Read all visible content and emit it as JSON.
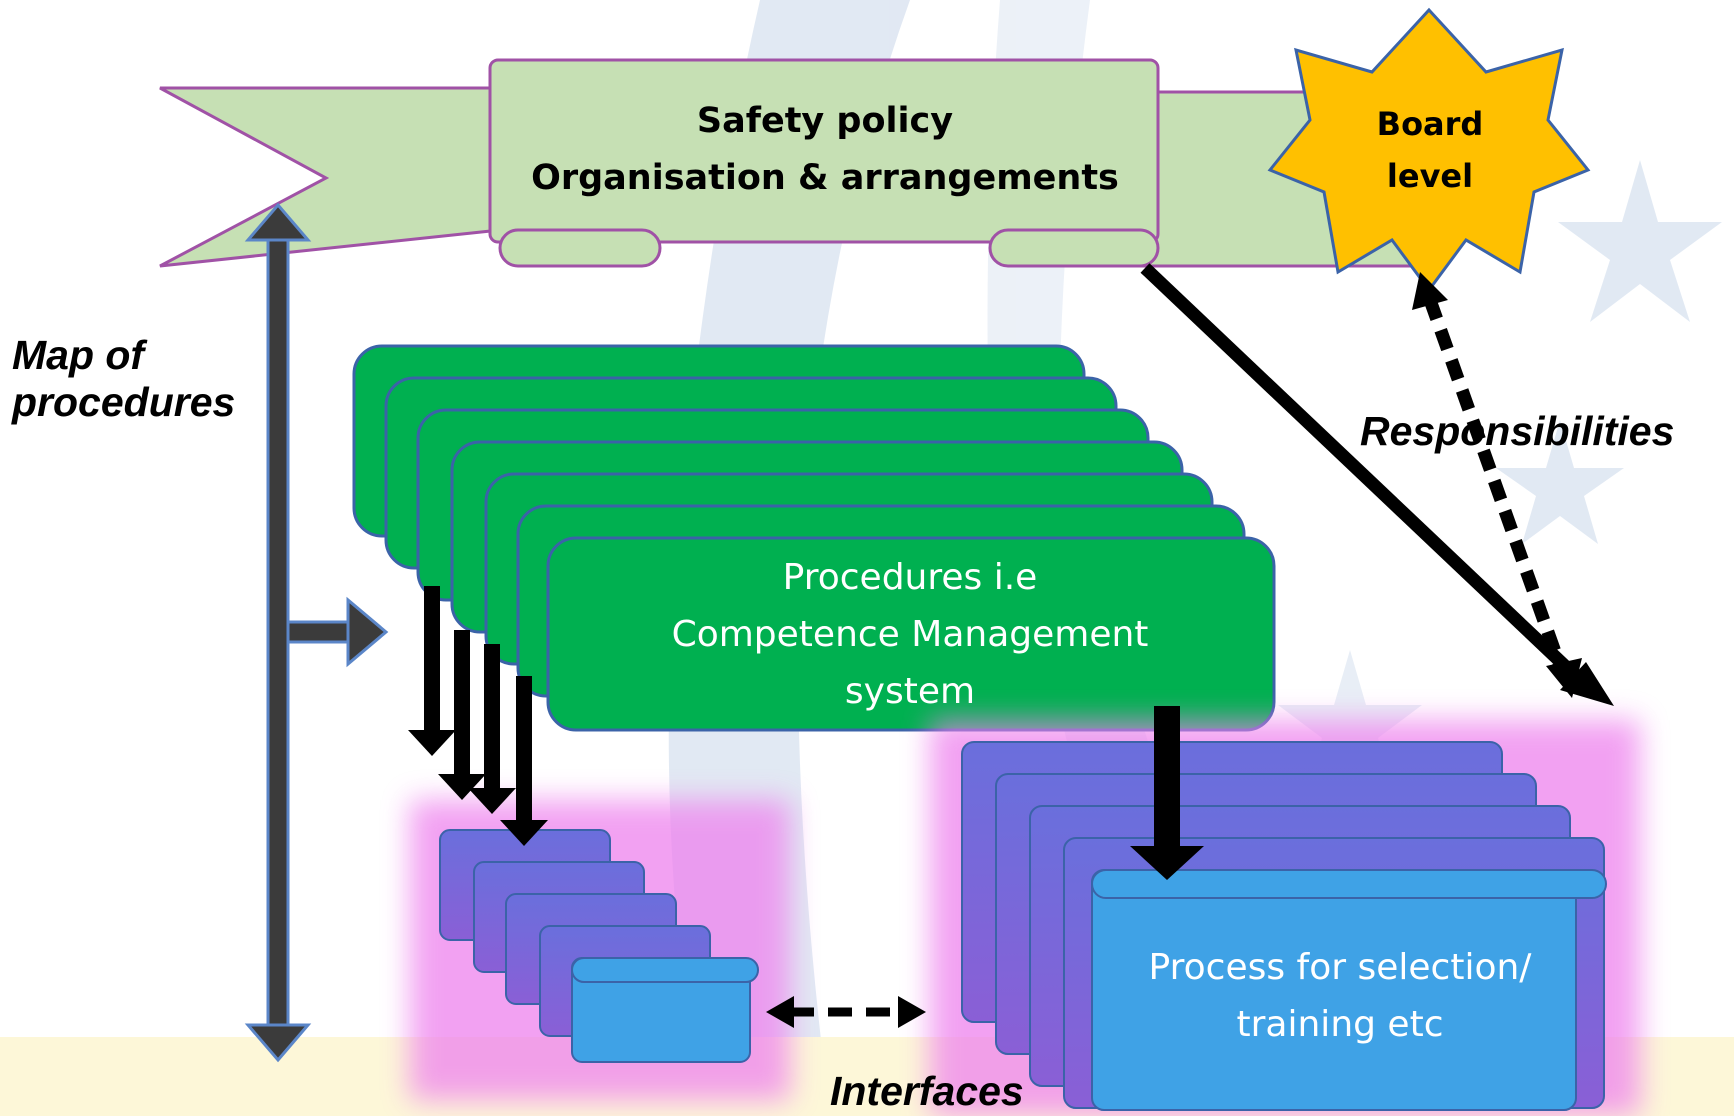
{
  "banner": {
    "line1": "Safety policy",
    "line2": "Organisation & arrangements"
  },
  "star": {
    "line1": "Board",
    "line2": "level"
  },
  "procedures": {
    "line1": "Procedures i.e",
    "line2": "Competence Management",
    "line3": "system"
  },
  "process": {
    "line1": "Process for selection/",
    "line2": "training etc"
  },
  "labels": {
    "map_line1": "Map of",
    "map_line2": "procedures",
    "responsibilities": "Responsibilities",
    "interfaces": "Interfaces"
  },
  "colors": {
    "banner_fill": "#c6e0b4",
    "banner_stroke": "#a052a6",
    "star_fill": "#ffc000",
    "procedure_fill": "#00b050",
    "scroll_fill": "#3fa2e6",
    "scroll_glow": "#ee82ee",
    "footer_band": "#fdf7d8"
  }
}
